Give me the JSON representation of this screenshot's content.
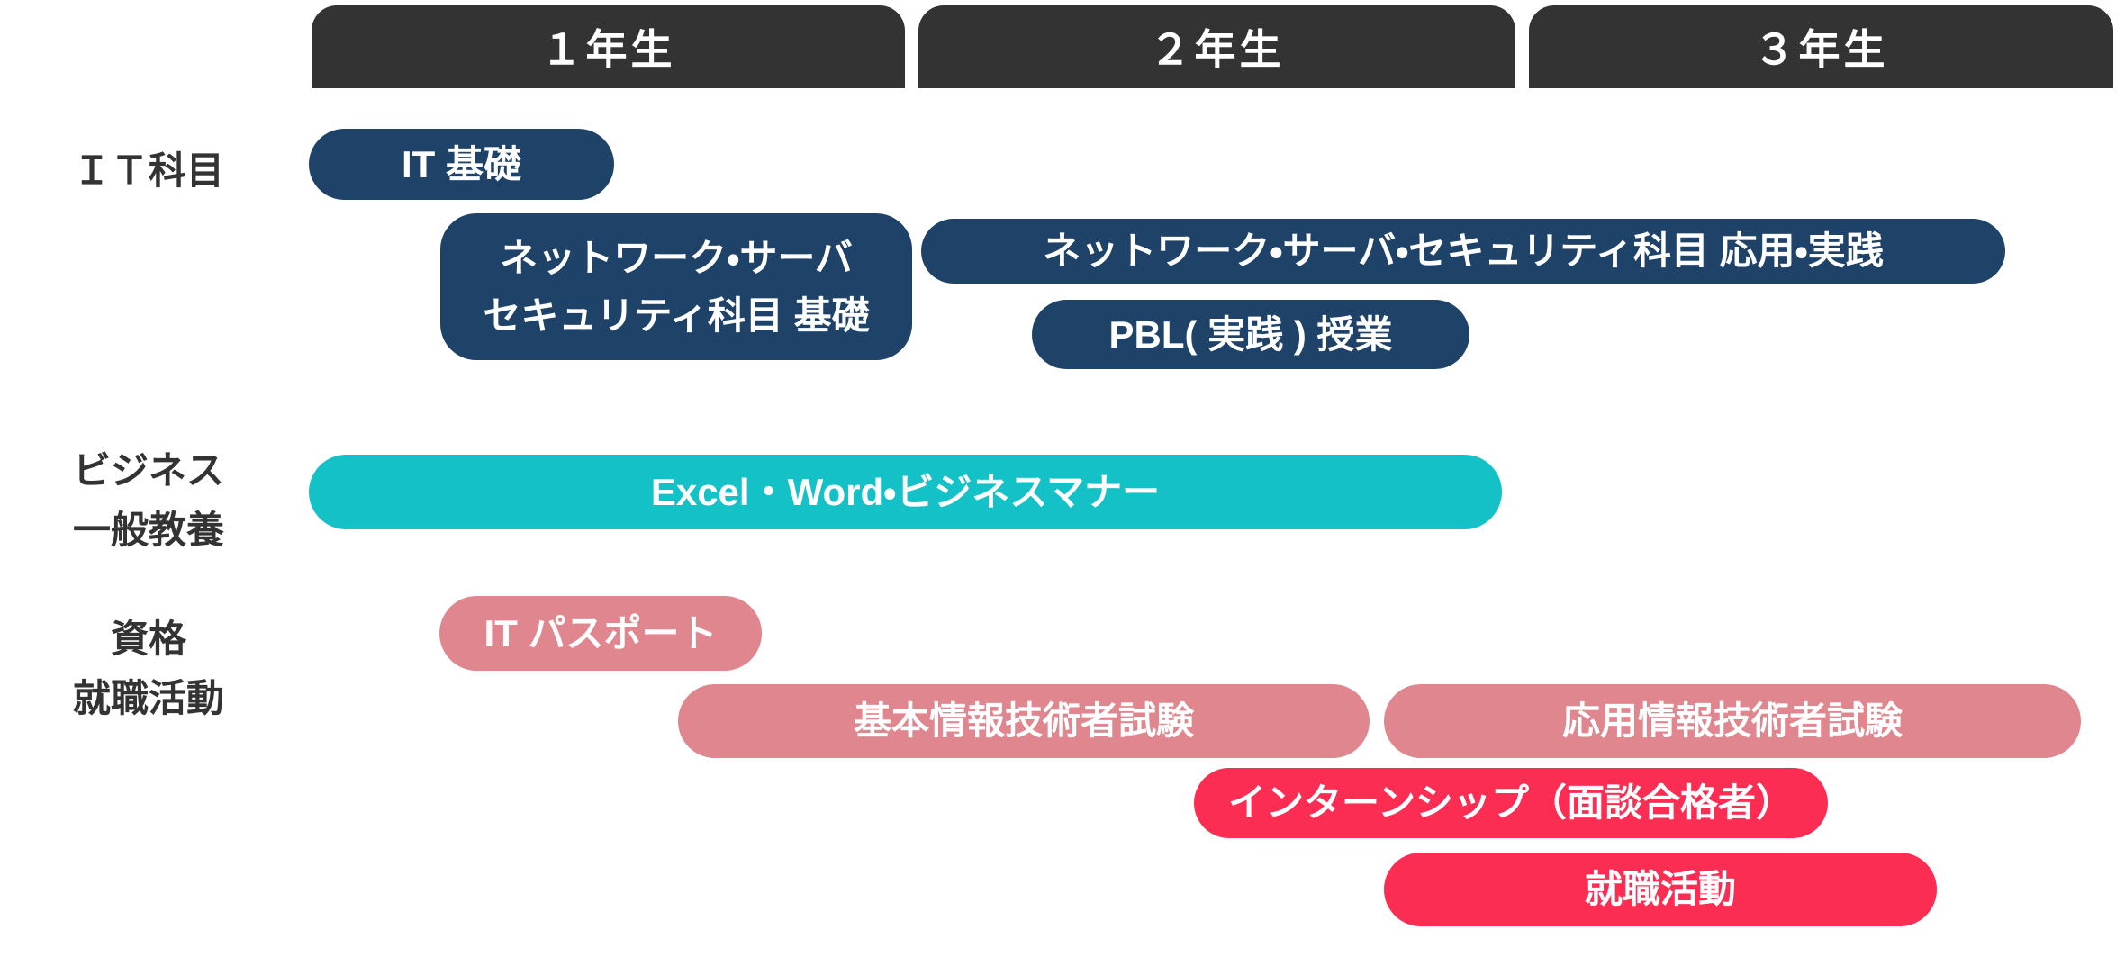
{
  "palette": {
    "header_bg": "#333333",
    "navy": "#1E4268",
    "teal": "#13C1C6",
    "pink": "#DF868E",
    "red": "#FB2D52",
    "label_text": "#333333",
    "bar_text": "#ffffff",
    "background": "#ffffff"
  },
  "header": {
    "columns": [
      {
        "label": "１年生"
      },
      {
        "label": "２年生"
      },
      {
        "label": "３年生"
      }
    ]
  },
  "row_labels": [
    {
      "label": "ＩＴ科目"
    },
    {
      "label": "ビジネス\n一般教養"
    },
    {
      "label": "資格\n就職活動"
    }
  ],
  "bars": [
    {
      "label": "IT 基礎",
      "category": "it-subject",
      "color": "navy"
    },
    {
      "label": "ネットワーク・サーバ\nセキュリティ科目 基礎",
      "category": "it-subject",
      "color": "navy"
    },
    {
      "label": "ネットワーク・サーバ・セキュリティ科目 応用・実践",
      "category": "it-subject",
      "color": "navy"
    },
    {
      "label": "PBL( 実践 ) 授業",
      "category": "it-subject",
      "color": "navy"
    },
    {
      "label": "Excel・Word・ビジネスマナー",
      "category": "business-general",
      "color": "teal"
    },
    {
      "label": "IT パスポート",
      "category": "qualification-jobhunt",
      "color": "pink"
    },
    {
      "label": "基本情報技術者試験",
      "category": "qualification-jobhunt",
      "color": "pink"
    },
    {
      "label": "応用情報技術者試験",
      "category": "qualification-jobhunt",
      "color": "pink"
    },
    {
      "label": "インターンシップ（面談合格者）",
      "category": "qualification-jobhunt",
      "color": "red"
    },
    {
      "label": "就職活動",
      "category": "qualification-jobhunt",
      "color": "red"
    }
  ]
}
